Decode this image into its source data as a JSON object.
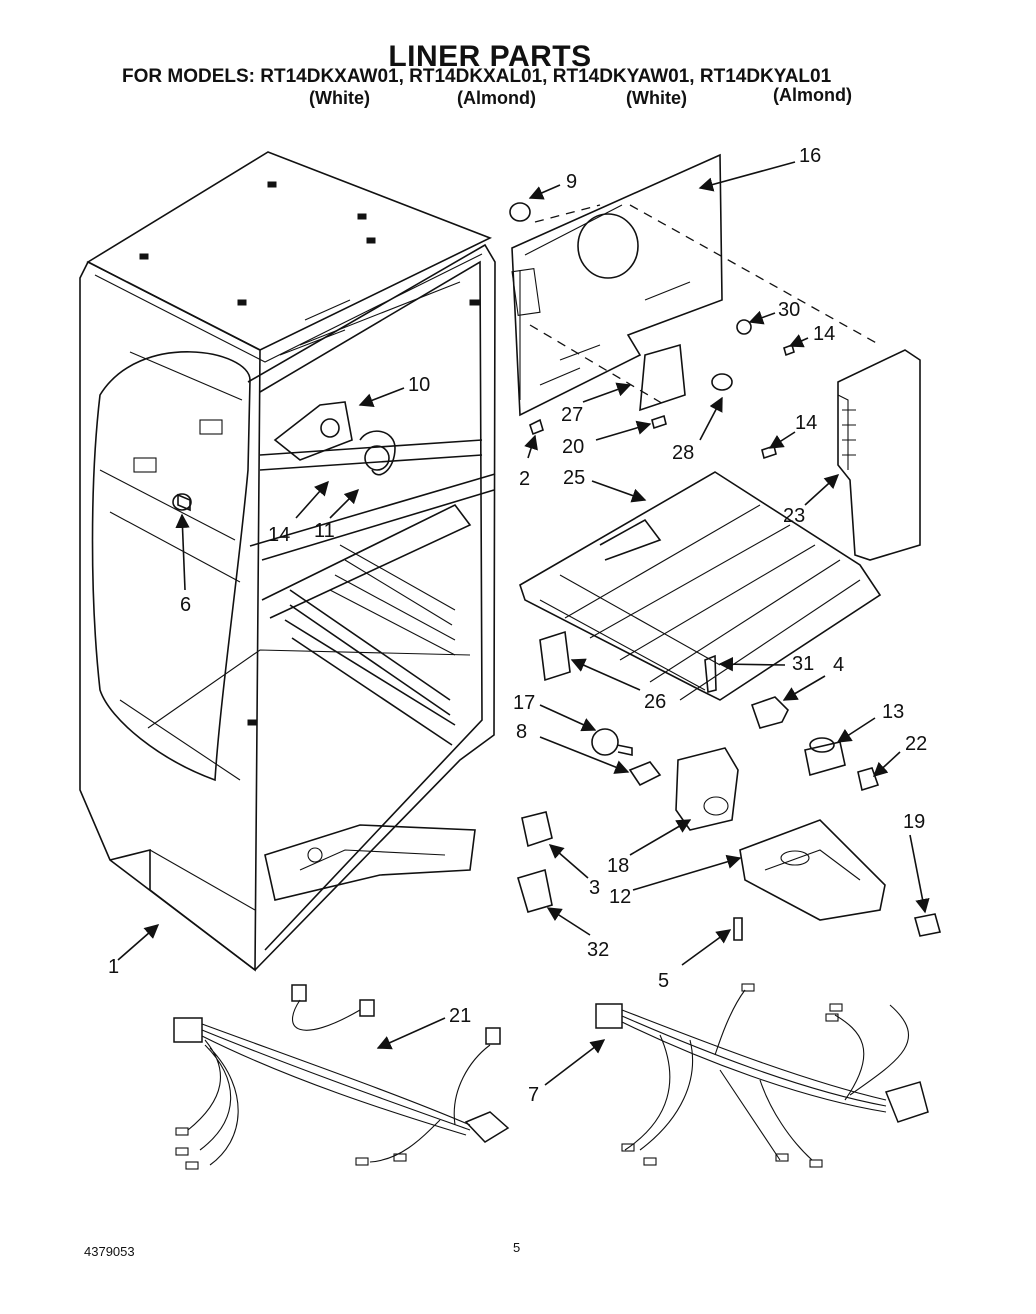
{
  "header": {
    "title": "LINER PARTS",
    "models_line": "FOR MODELS: RT14DKXAW01, RT14DKXAL01, RT14DKYAW01, RT14DKYAL01",
    "variants": [
      "(White)",
      "(Almond)",
      "(White)",
      "(Almond)"
    ]
  },
  "callouts": [
    "16",
    "9",
    "30",
    "14",
    "10",
    "27",
    "20",
    "28",
    "2",
    "14",
    "25",
    "23",
    "14",
    "11",
    "6",
    "31",
    "4",
    "26",
    "17",
    "13",
    "8",
    "22",
    "19",
    "18",
    "3",
    "12",
    "32",
    "5",
    "1",
    "21",
    "7"
  ],
  "footer": {
    "part_number": "4379053",
    "page_number": "5"
  }
}
